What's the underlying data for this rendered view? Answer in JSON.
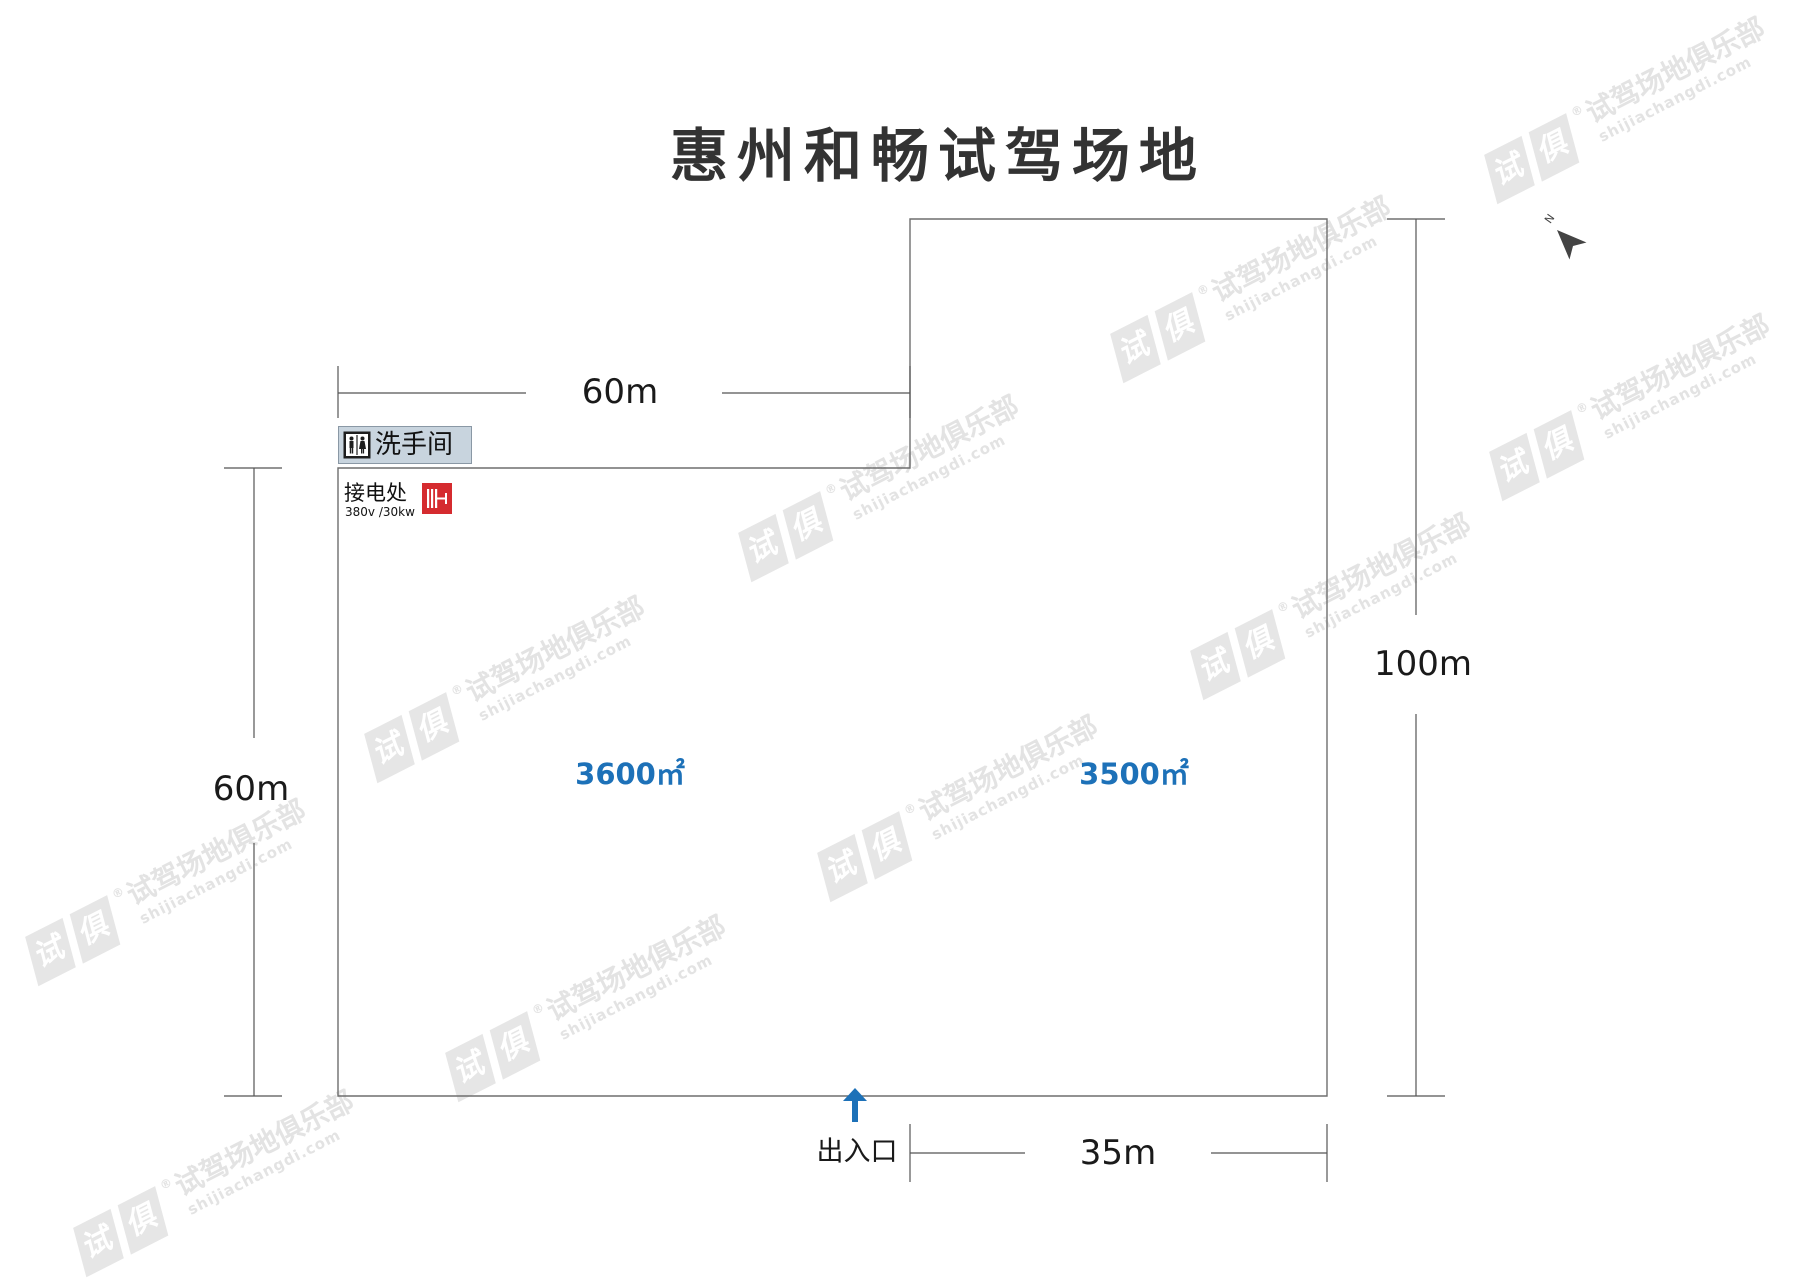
{
  "title": "惠州和畅试驾场地",
  "dimensions": {
    "top": "60m",
    "left": "60m",
    "right": "100m",
    "bottom": "35m"
  },
  "areas": {
    "left": "3600㎡",
    "right": "3500㎡"
  },
  "facilities": {
    "restroom": "洗手间",
    "restroom_icon": "restroom-icon",
    "power": "接电处",
    "power_spec": "380v /30kw",
    "power_icon": "power-socket-icon"
  },
  "entrance": {
    "label": "出入口",
    "icon": "arrow-up-icon"
  },
  "compass": {
    "label": "N",
    "icon": "north-arrow-icon"
  },
  "watermark": {
    "logo_left": "试",
    "logo_right": "俱",
    "registered": "®",
    "brand": "试驾场地俱乐部",
    "url": "shijiachangdi.com"
  },
  "colors": {
    "title": "#333333",
    "outline": "#6e6e6e",
    "area_label": "#1d71b8",
    "entrance_arrow": "#1d71b8",
    "restroom_sign": "#c8d4de",
    "power_icon": "#d52b2f",
    "watermark": "#e4e4e4"
  }
}
